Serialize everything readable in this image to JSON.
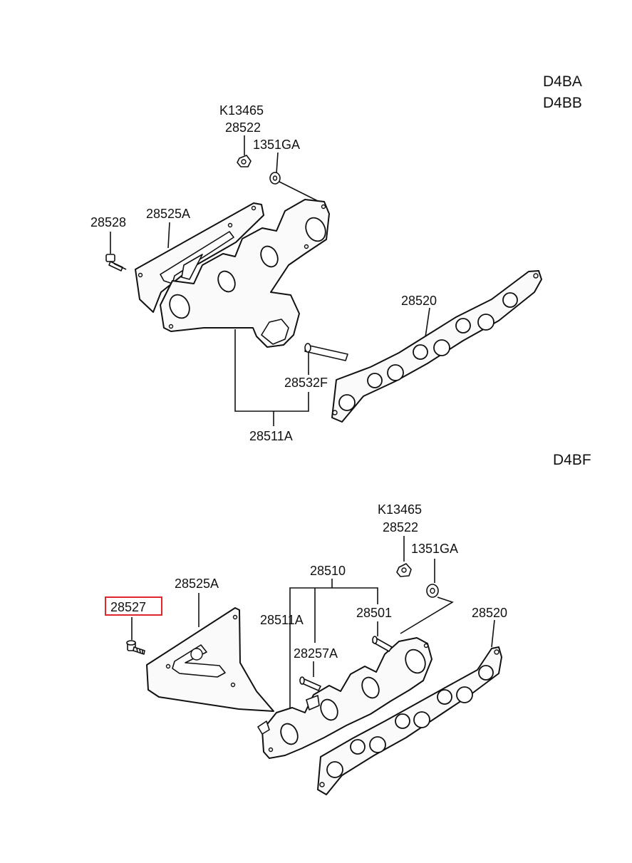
{
  "engine_codes": {
    "top": [
      "D4BA",
      "D4BB"
    ],
    "bottom": "D4BF"
  },
  "top_section": {
    "labels": {
      "nut_code": "K13465",
      "nut_part": "28522",
      "washer": "1351GA",
      "bolt": "28528",
      "heat_shield": "28525A",
      "gasket": "28520",
      "stud": "28532F",
      "manifold": "28511A"
    }
  },
  "bottom_section": {
    "labels": {
      "nut_code": "K13465",
      "nut_part": "28522",
      "washer": "1351GA",
      "manifold_assy": "28510",
      "bolt": "28527",
      "heat_shield": "28525A",
      "manifold": "28511A",
      "stud_a": "28501",
      "stud_b": "28257A",
      "gasket": "28520"
    },
    "highlighted_part": "28527",
    "highlight_color": "#e0262a"
  }
}
